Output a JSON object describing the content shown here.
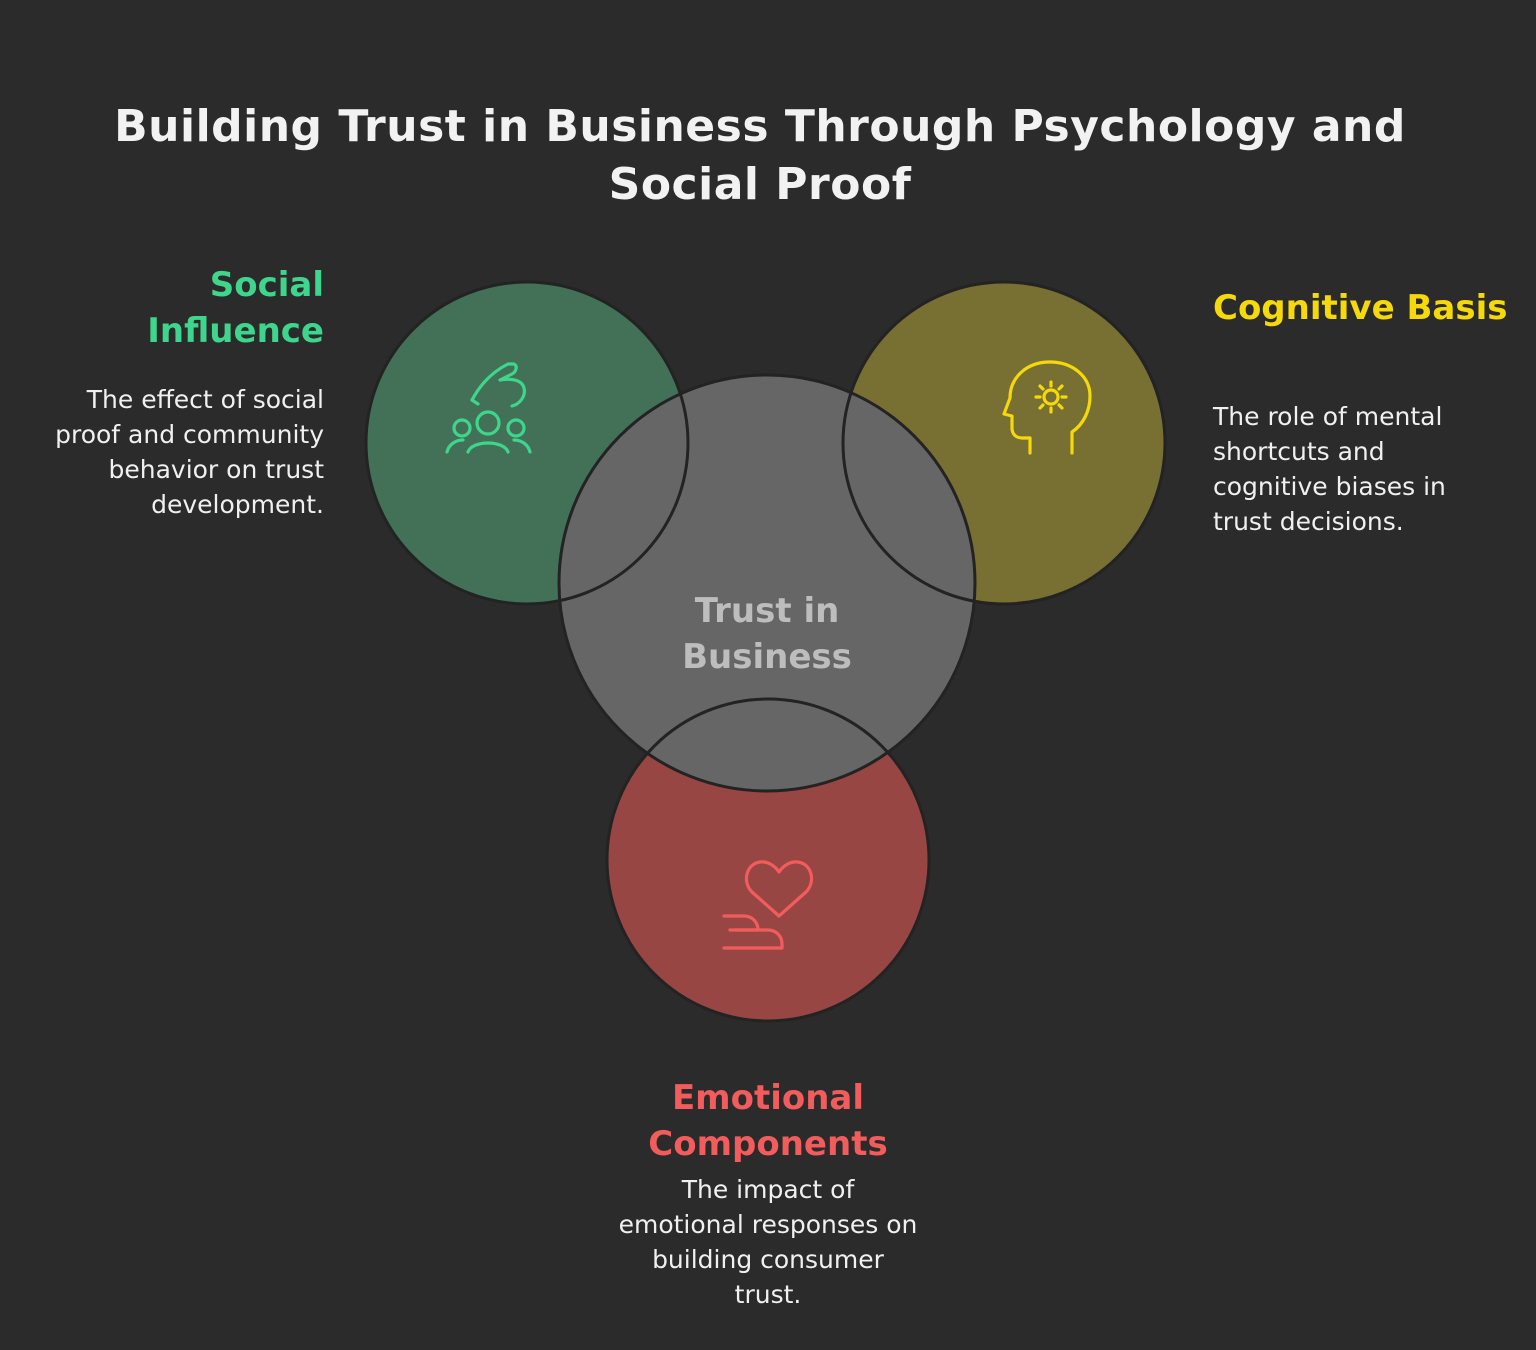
{
  "title": "Building Trust in Business Through Psychology and Social Proof",
  "center": {
    "label": "Trust in Business"
  },
  "nodes": [
    {
      "id": "social",
      "title": "Social Influence",
      "description": "The effect of social proof and community behavior on trust development.",
      "icon": "community-hand-icon",
      "color": "#3dd68c",
      "fill": "#427158"
    },
    {
      "id": "cognitive",
      "title": "Cognitive Basis",
      "description": "The role of mental shortcuts and cognitive biases in trust decisions.",
      "icon": "head-gear-icon",
      "color": "#f5d90a",
      "fill": "#786f33"
    },
    {
      "id": "emotional",
      "title": "Emotional Components",
      "description": "The impact of emotional responses on building consumer trust.",
      "icon": "hand-heart-icon",
      "color": "#f25c5c",
      "fill": "#984643"
    }
  ],
  "colors": {
    "background": "#2b2b2b",
    "center_fill": "#666666",
    "title_text": "#f2f2f2"
  }
}
